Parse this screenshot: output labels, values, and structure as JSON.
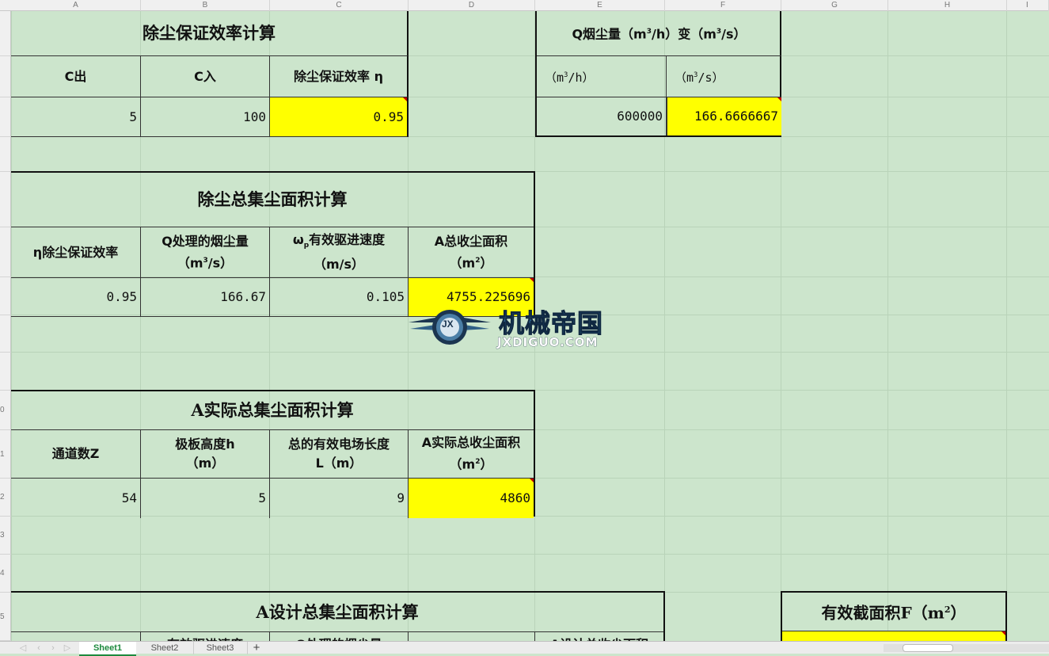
{
  "columns": [
    "A",
    "B",
    "C",
    "D",
    "E",
    "F",
    "G",
    "H",
    "I"
  ],
  "rows": [
    "",
    "",
    "",
    "",
    "",
    "",
    "",
    "",
    "",
    "0",
    "1",
    "2",
    "3",
    "4",
    "5"
  ],
  "block1": {
    "title": "除尘保证效率计算",
    "h1": "C出",
    "h2": "C入",
    "h3": "除尘保证效率 η",
    "v1": "5",
    "v2": "100",
    "v3": "0.95"
  },
  "block2": {
    "title_a": "Q烟尘量（m",
    "title_b": "/h）变（m",
    "title_c": "/s）",
    "u1a": "（m",
    "u1b": "/h）",
    "u2a": "（m",
    "u2b": "/s）",
    "v1": "600000",
    "v2": "166.6666667"
  },
  "block3": {
    "title": "除尘总集尘面积计算",
    "h1": "η除尘保证效率",
    "h2a": "Q处理的烟尘量",
    "h2b": "（m",
    "h2c": "/s）",
    "h3a": "ω",
    "h3sub": "p",
    "h3b": "有效驱进速度",
    "h3c": "（m/s）",
    "h4a": "A总收尘面积",
    "h4b": "（m",
    "h4c": "）",
    "v1": "0.95",
    "v2": "166.67",
    "v3": "0.105",
    "v4": "4755.225696"
  },
  "block4": {
    "title": "A实际总集尘面积计算",
    "h1": "通道数Z",
    "h2a": "极板高度h",
    "h2b": "（m）",
    "h3a": "总的有效电场长度",
    "h3b": "L（m）",
    "h4a": "A实际总收尘面积",
    "h4b": "（m",
    "h4c": "）",
    "v1": "54",
    "v2": "5",
    "v3": "9",
    "v4": "4860"
  },
  "block5": {
    "title": "A设计总集尘面积计算",
    "h2": "有效驱进速度",
    "h3": "Q处理的烟尘量",
    "h5": "A设计总收尘面积"
  },
  "block6": {
    "title_a": "有效截面积F（m",
    "title_b": "）"
  },
  "superscripts": {
    "three": "3",
    "two": "2"
  },
  "watermark": {
    "cn": "机械帝国",
    "en": "JXDIGUO.COM",
    "badge": "JX"
  },
  "sheets": [
    "Sheet1",
    "Sheet2",
    "Sheet3"
  ],
  "add_sheet": "+",
  "nav": [
    "◁",
    "▷",
    "‹",
    "›"
  ],
  "colors": {
    "sheet_bg": "#cce5cc",
    "highlight": "#ffff00",
    "active_tab": "#1e8a3e",
    "comment_marker": "#c00000"
  }
}
